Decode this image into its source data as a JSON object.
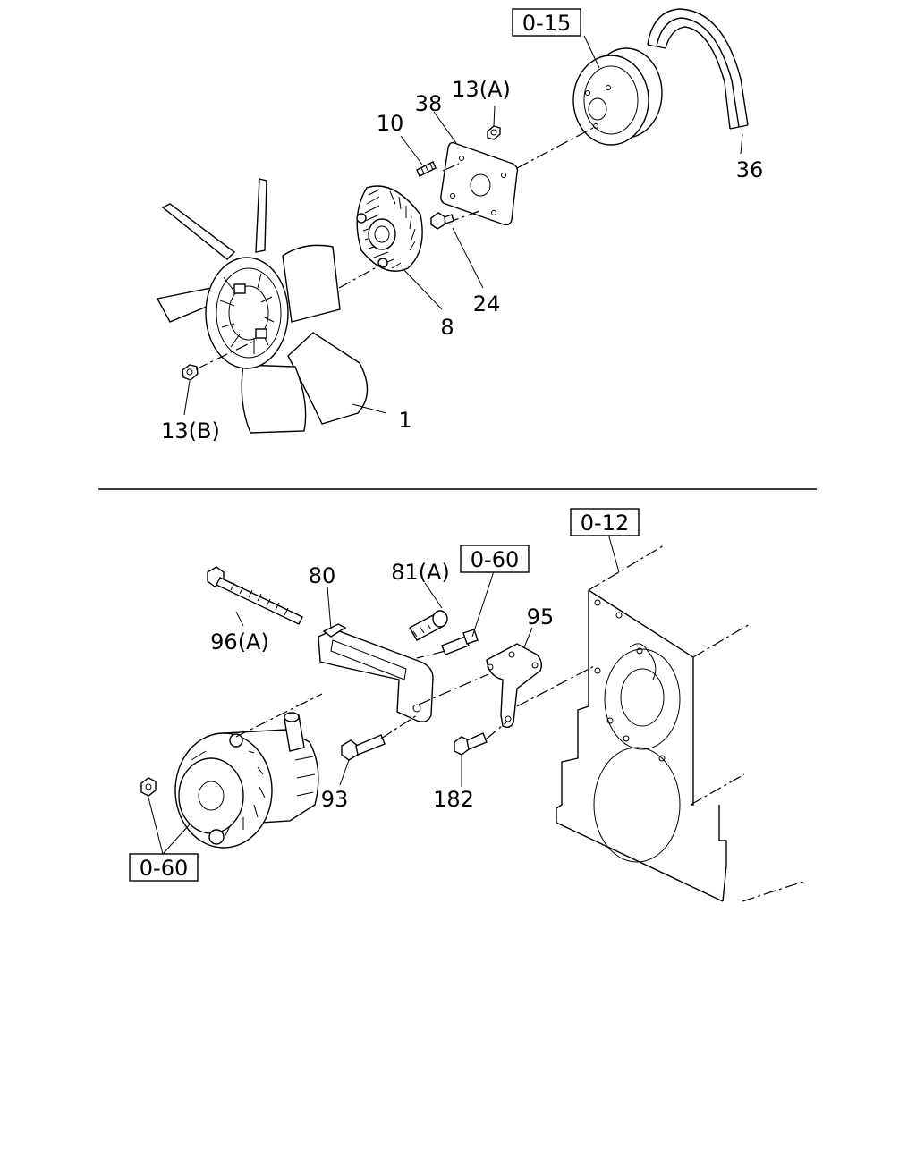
{
  "diagram": {
    "refs": {
      "ref_0_15": "0-15",
      "ref_0_12": "0-12",
      "ref_0_60_top": "0-60",
      "ref_0_60_bottom": "0-60"
    },
    "labels": {
      "p1": "1",
      "p8": "8",
      "p10": "10",
      "p13a": "13(A)",
      "p13b": "13(B)",
      "p24": "24",
      "p36": "36",
      "p38": "38",
      "p80": "80",
      "p81a": "81(A)",
      "p93": "93",
      "p95": "95",
      "p96a": "96(A)",
      "p182": "182"
    }
  }
}
